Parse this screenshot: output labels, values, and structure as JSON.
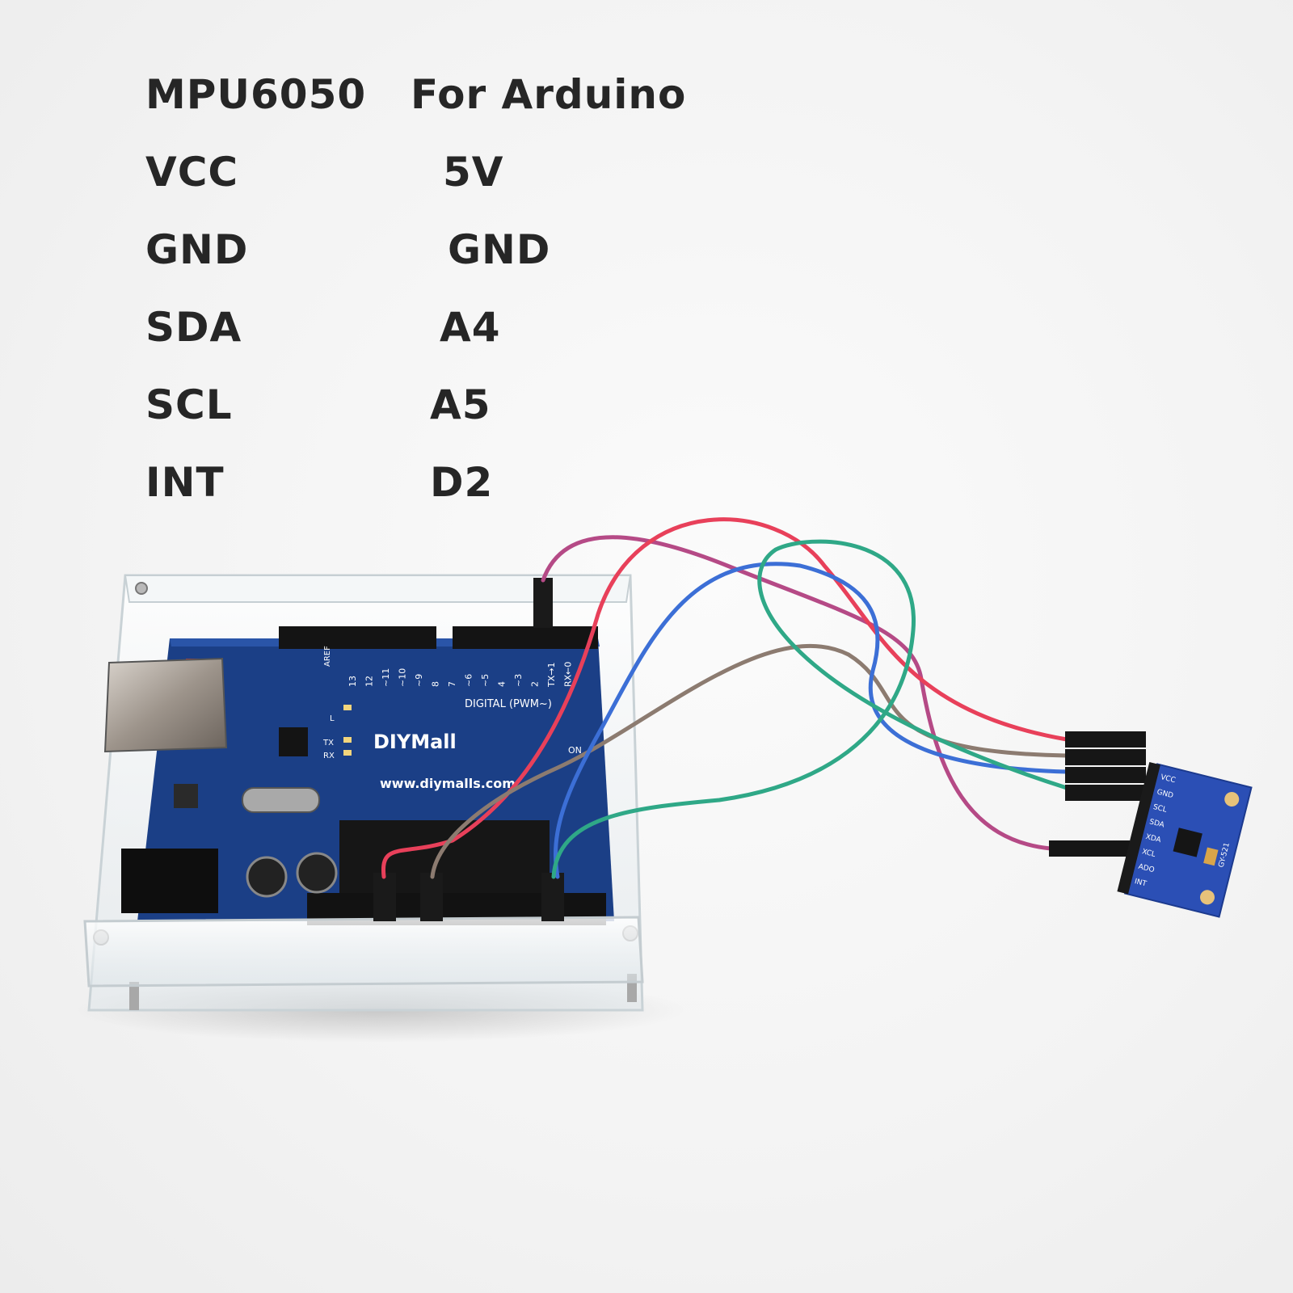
{
  "header": {
    "module": "MPU6050",
    "board": "For Arduino"
  },
  "pin_map": [
    {
      "module_pin": "VCC",
      "board_pin": "5V"
    },
    {
      "module_pin": "GND",
      "board_pin": "GND"
    },
    {
      "module_pin": "SDA",
      "board_pin": "A4"
    },
    {
      "module_pin": "SCL",
      "board_pin": "A5"
    },
    {
      "module_pin": "INT",
      "board_pin": "D2"
    }
  ],
  "board": {
    "brand": "DIYMall",
    "url": "www.diymalls.com",
    "digital_label": "DIGITAL (PWM~)",
    "on_label": "ON",
    "aref_label": "AREF",
    "pin_labels": [
      "13",
      "12",
      "~11",
      "~10",
      "~9",
      "8",
      "7",
      "~6",
      "~5",
      "4",
      "~3",
      "2",
      "TX→1",
      "RX←0"
    ],
    "led_labels": [
      "L",
      "TX",
      "RX"
    ],
    "color": "#1b3f86"
  },
  "module": {
    "pin_labels": [
      "VCC",
      "GND",
      "SCL",
      "SDA",
      "XDA",
      "XCL",
      "ADO",
      "INT"
    ],
    "part_label": "GY-521",
    "color": "#2b4fb5"
  },
  "wires": [
    {
      "name": "red",
      "color": "#e8405a"
    },
    {
      "name": "purple",
      "color": "#b54a86"
    },
    {
      "name": "blue",
      "color": "#3c6fd6"
    },
    {
      "name": "green",
      "color": "#2fa887"
    },
    {
      "name": "brown",
      "color": "#8c7b70"
    }
  ]
}
